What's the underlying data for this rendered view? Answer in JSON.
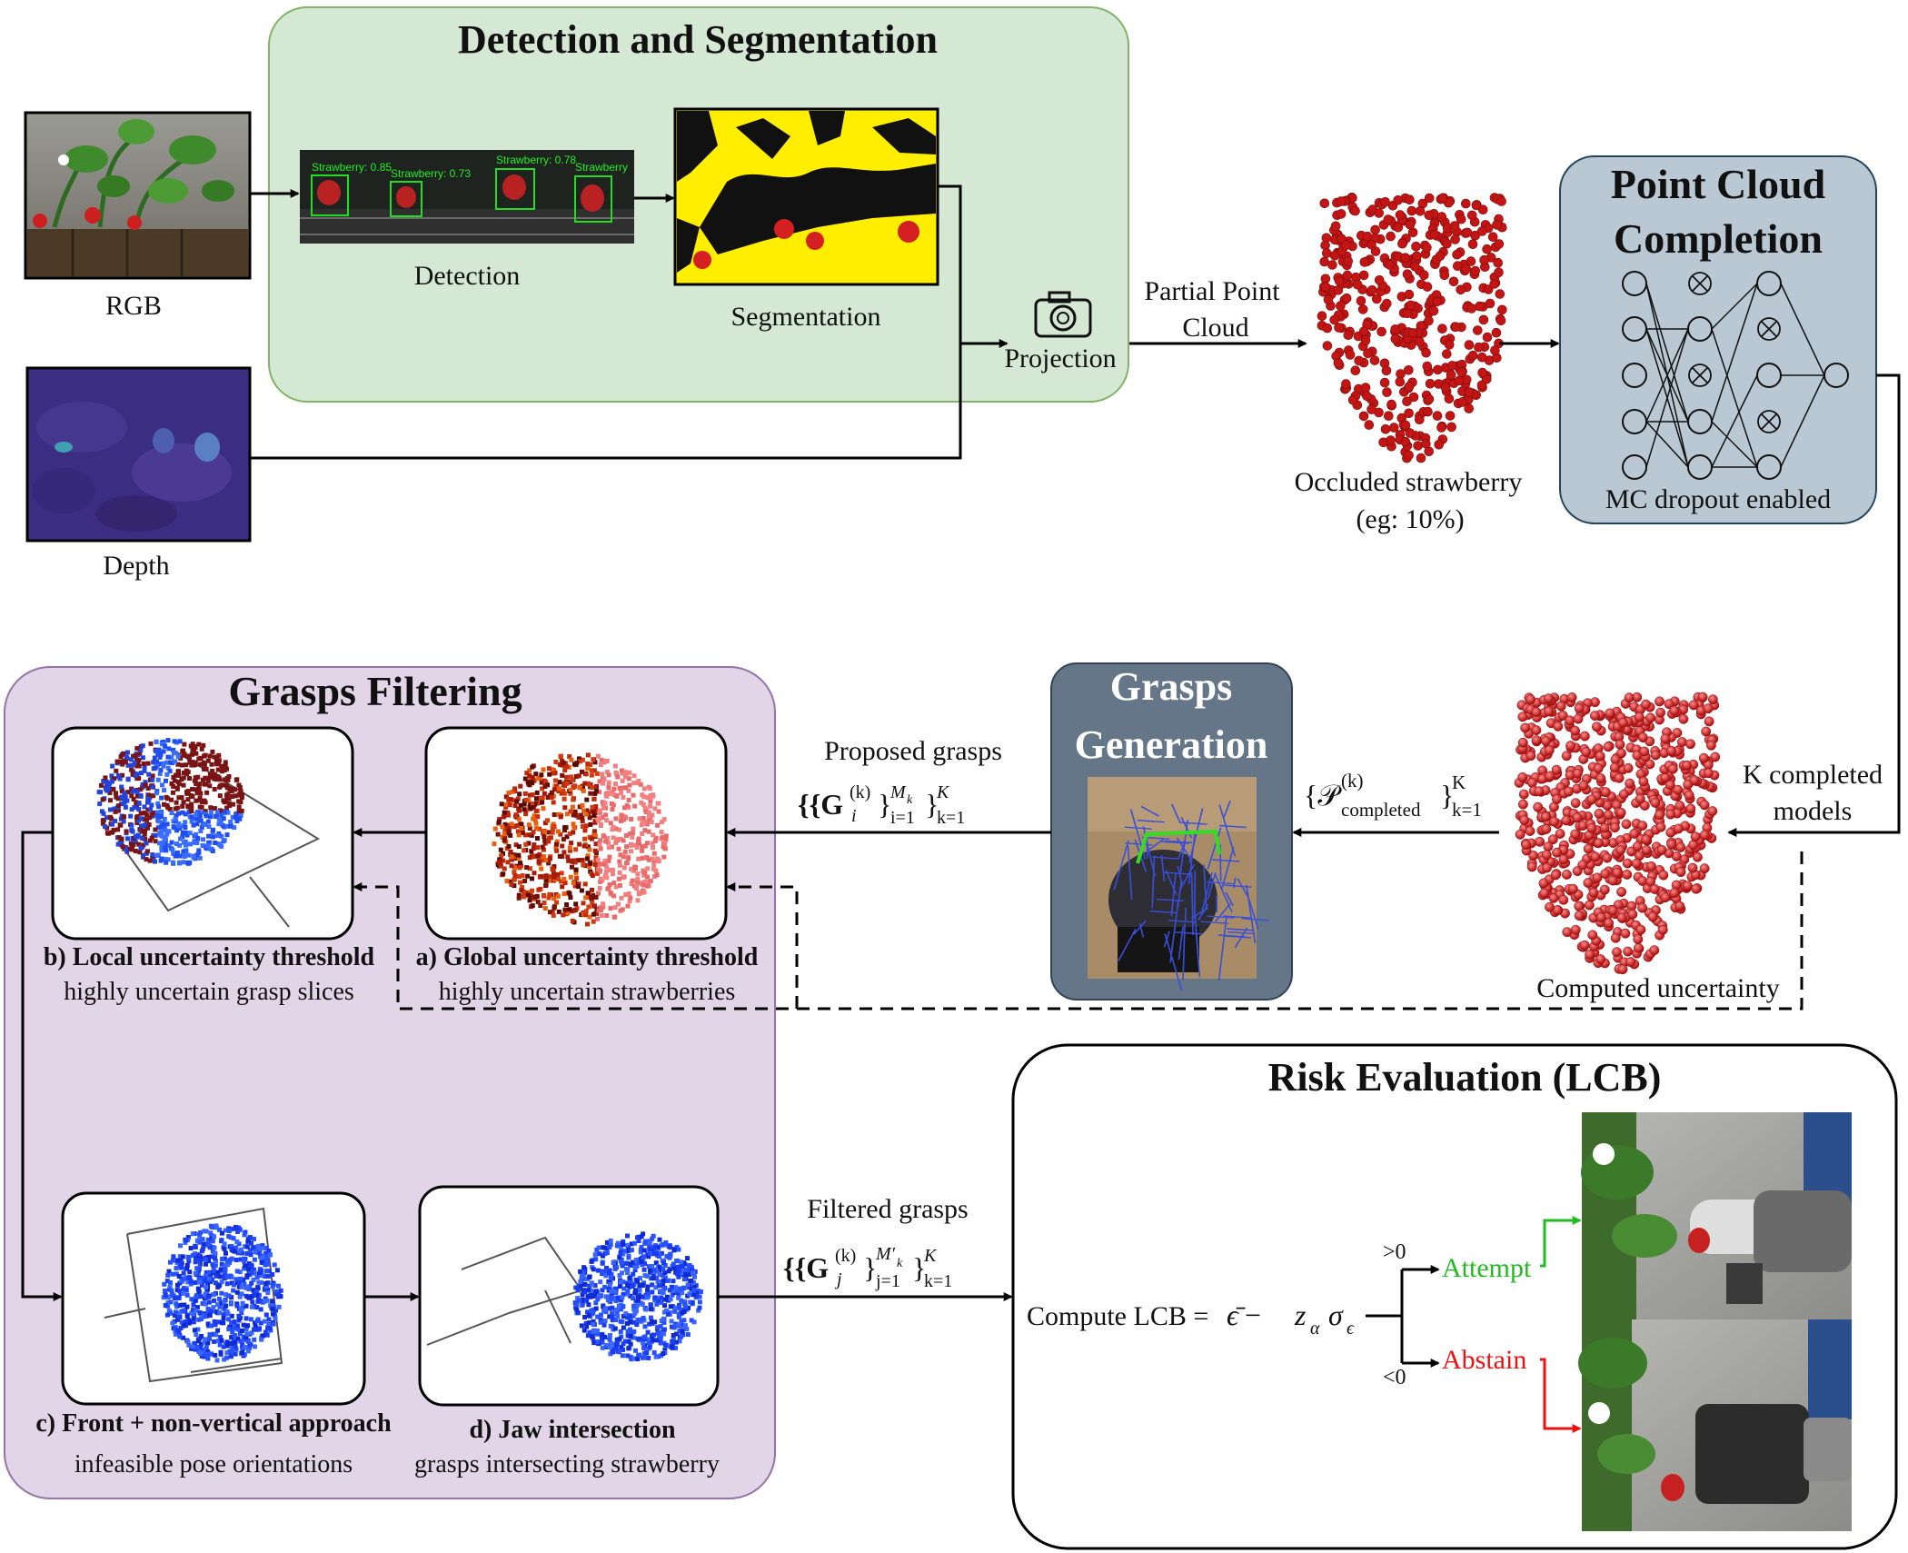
{
  "diagram": {
    "detection_segmentation": {
      "title": "Detection and Segmentation",
      "detection_label": "Detection",
      "segmentation_label": "Segmentation",
      "projection_label": "Projection",
      "detection_boxes": [
        "Strawberry: 0.85",
        "Strawberry: 0.73",
        "Strawberry: 0.78",
        "Strawberry"
      ]
    },
    "inputs": {
      "rgb_label": "RGB",
      "depth_label": "Depth"
    },
    "partial_cloud": {
      "label_line1": "Partial Point",
      "label_line2": "Cloud",
      "caption_line1": "Occluded strawberry",
      "caption_line2": "(eg: 10%)"
    },
    "point_cloud_completion": {
      "title_line1": "Point Cloud",
      "title_line2": "Completion",
      "subtitle": "MC dropout enabled"
    },
    "completed": {
      "label_line1": "K completed",
      "label_line2": "models",
      "caption": "Computed uncertainty",
      "formula_set": "{𝒫",
      "formula_sup": "(k)",
      "formula_sub": "completed",
      "formula_close": "}",
      "formula_limits_sup": "K",
      "formula_limits_sub": "k=1"
    },
    "grasps_generation": {
      "title_line1": "Grasps",
      "title_line2": "Generation"
    },
    "proposed": {
      "label": "Proposed grasps",
      "formula_open": "{{G",
      "formula_sub_i": "i",
      "formula_sup_k": "(k)",
      "formula_mid": "}",
      "formula_inner_sup": "M",
      "formula_inner_sup_sub": "k",
      "formula_inner_sub": "i=1",
      "formula_close": "}",
      "formula_outer_sup": "K",
      "formula_outer_sub": "k=1"
    },
    "grasps_filtering": {
      "title": "Grasps Filtering",
      "panels": [
        {
          "title": "a) Global uncertainty threshold",
          "subtitle": "highly uncertain strawberries"
        },
        {
          "title": "b) Local uncertainty threshold",
          "subtitle": "highly uncertain grasp slices"
        },
        {
          "title": "c) Front + non-vertical approach",
          "subtitle": "infeasible pose orientations"
        },
        {
          "title": "d) Jaw intersection",
          "subtitle": "grasps intersecting strawberry"
        }
      ]
    },
    "filtered": {
      "label": "Filtered grasps",
      "formula_open": "{{G",
      "formula_sub_j": "j",
      "formula_sup_k": "(k)",
      "formula_mid": "}",
      "formula_inner_sup": "M′",
      "formula_inner_sup_sub": "k",
      "formula_inner_sub": "j=1",
      "formula_close": "}",
      "formula_outer_sup": "K",
      "formula_outer_sub": "k=1"
    },
    "risk_evaluation": {
      "title": "Risk Evaluation (LCB)",
      "compute_text": "Compute LCB = ",
      "formula_eps": "ϵ̄",
      "formula_minus": " − ",
      "formula_z": "z",
      "formula_z_sub": "α",
      "formula_sigma": "σ",
      "formula_sigma_sub": "ϵ",
      "gt_label": ">0",
      "lt_label": "<0",
      "attempt_label": "Attempt",
      "abstain_label": "Abstain"
    },
    "colors": {
      "green_box": "#d5e8d4",
      "green_border": "#82b366",
      "blue_box": "#bac8d3",
      "blue_border": "#23445d",
      "purple_box": "#e1d5e7",
      "purple_border": "#9673a6",
      "gen_box": "#647687",
      "gen_border": "#314354",
      "strawberry_red": "#c0392b",
      "attempt_green": "#22bb22",
      "abstain_red": "#ee1111"
    }
  }
}
